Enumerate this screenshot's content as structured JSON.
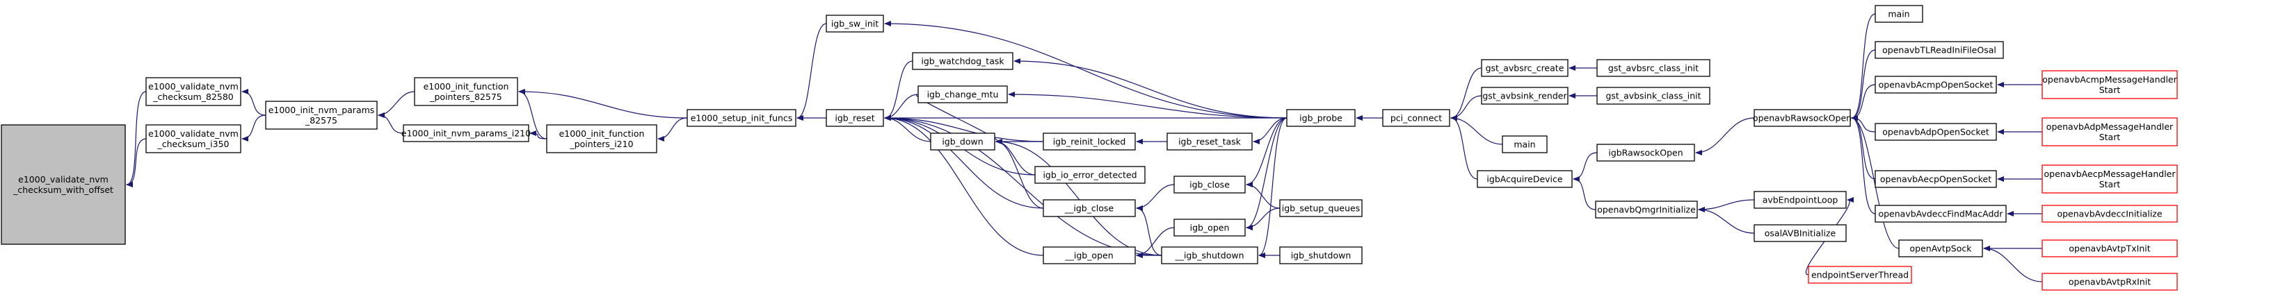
{
  "nodes": [
    {
      "id": "root",
      "lines": [
        "e1000_validate_nvm",
        "_checksum_with_offset"
      ],
      "root": true
    },
    {
      "id": "n82580",
      "lines": [
        "e1000_validate_nvm",
        "_checksum_82580"
      ]
    },
    {
      "id": "ni350",
      "lines": [
        "e1000_validate_nvm",
        "_checksum_i350"
      ]
    },
    {
      "id": "np82575",
      "lines": [
        "e1000_init_nvm_params",
        "_82575"
      ]
    },
    {
      "id": "nfp82575",
      "lines": [
        "e1000_init_function",
        "_pointers_82575"
      ]
    },
    {
      "id": "npi210",
      "lines": [
        "e1000_init_nvm_params_i210"
      ]
    },
    {
      "id": "nfpi210",
      "lines": [
        "e1000_init_function",
        "_pointers_i210"
      ]
    },
    {
      "id": "nsetup",
      "lines": [
        "e1000_setup_init_funcs"
      ]
    },
    {
      "id": "swinit",
      "lines": [
        "igb_sw_init"
      ]
    },
    {
      "id": "reset",
      "lines": [
        "igb_reset"
      ]
    },
    {
      "id": "watchdog",
      "lines": [
        "igb_watchdog_task"
      ]
    },
    {
      "id": "mtu",
      "lines": [
        "igb_change_mtu"
      ]
    },
    {
      "id": "down",
      "lines": [
        "igb_down"
      ]
    },
    {
      "id": "reinit",
      "lines": [
        "igb_reinit_locked"
      ]
    },
    {
      "id": "ioerr",
      "lines": [
        "igb_io_error_detected"
      ]
    },
    {
      "id": "uclose",
      "lines": [
        "__igb_close"
      ]
    },
    {
      "id": "uopen",
      "lines": [
        "__igb_open"
      ]
    },
    {
      "id": "resettask",
      "lines": [
        "igb_reset_task"
      ]
    },
    {
      "id": "close",
      "lines": [
        "igb_close"
      ]
    },
    {
      "id": "open",
      "lines": [
        "igb_open"
      ]
    },
    {
      "id": "ushutdown",
      "lines": [
        "__igb_shutdown"
      ]
    },
    {
      "id": "probe",
      "lines": [
        "igb_probe"
      ]
    },
    {
      "id": "setupq",
      "lines": [
        "igb_setup_queues"
      ]
    },
    {
      "id": "shutdown",
      "lines": [
        "igb_shutdown"
      ]
    },
    {
      "id": "pci",
      "lines": [
        "pci_connect"
      ]
    },
    {
      "id": "srccreate",
      "lines": [
        "gst_avbsrc_create"
      ]
    },
    {
      "id": "sinkrender",
      "lines": [
        "gst_avbsink_render"
      ]
    },
    {
      "id": "main1",
      "lines": [
        "main"
      ]
    },
    {
      "id": "acquire",
      "lines": [
        "igbAcquireDevice"
      ]
    },
    {
      "id": "srcclass",
      "lines": [
        "gst_avbsrc_class_init"
      ]
    },
    {
      "id": "sinkclass",
      "lines": [
        "gst_avbsink_class_init"
      ]
    },
    {
      "id": "rawsock",
      "lines": [
        "igbRawsockOpen"
      ]
    },
    {
      "id": "qmgr",
      "lines": [
        "openavbQmgrInitialize"
      ]
    },
    {
      "id": "openraw",
      "lines": [
        "openavbRawsockOpen"
      ]
    },
    {
      "id": "epl",
      "lines": [
        "avbEndpointLoop"
      ]
    },
    {
      "id": "osal",
      "lines": [
        "osalAVBInitialize"
      ]
    },
    {
      "id": "main2",
      "lines": [
        "main"
      ]
    },
    {
      "id": "tlread",
      "lines": [
        "openavbTLReadIniFileOsal"
      ]
    },
    {
      "id": "acmp",
      "lines": [
        "openavbAcmpOpenSocket"
      ]
    },
    {
      "id": "adp",
      "lines": [
        "openavbAdpOpenSocket"
      ]
    },
    {
      "id": "aecp",
      "lines": [
        "openavbAecpOpenSocket"
      ]
    },
    {
      "id": "findmac",
      "lines": [
        "openavbAvdeccFindMacAddr"
      ]
    },
    {
      "id": "avtpsock",
      "lines": [
        "openAvtpSock"
      ]
    },
    {
      "id": "est",
      "lines": [
        "endpointServerThread"
      ],
      "red": true
    },
    {
      "id": "acmpstart",
      "lines": [
        "openavbAcmpMessageHandler",
        "Start"
      ],
      "red": true
    },
    {
      "id": "adpstart",
      "lines": [
        "openavbAdpMessageHandler",
        "Start"
      ],
      "red": true
    },
    {
      "id": "aecpstart",
      "lines": [
        "openavbAecpMessageHandler",
        "Start"
      ],
      "red": true
    },
    {
      "id": "avdeccinit",
      "lines": [
        "openavbAvdeccInitialize"
      ],
      "red": true
    },
    {
      "id": "txinit",
      "lines": [
        "openavbAvtpTxInit"
      ],
      "red": true
    },
    {
      "id": "rxinit",
      "lines": [
        "openavbAvtpRxInit"
      ],
      "red": true
    }
  ],
  "edges": [
    [
      "n82580",
      "root"
    ],
    [
      "ni350",
      "root"
    ],
    [
      "np82575",
      "n82580"
    ],
    [
      "np82575",
      "ni350"
    ],
    [
      "nfp82575",
      "np82575"
    ],
    [
      "npi210",
      "np82575"
    ],
    [
      "nsetup",
      "nfp82575"
    ],
    [
      "nfpi210",
      "nfp82575"
    ],
    [
      "nfpi210",
      "npi210"
    ],
    [
      "nsetup",
      "nfpi210"
    ],
    [
      "swinit",
      "nsetup"
    ],
    [
      "reset",
      "nsetup"
    ],
    [
      "probe",
      "swinit"
    ],
    [
      "watchdog",
      "reset"
    ],
    [
      "mtu",
      "reset"
    ],
    [
      "down",
      "reset"
    ],
    [
      "reinit",
      "reset"
    ],
    [
      "ioerr",
      "reset"
    ],
    [
      "uclose",
      "reset"
    ],
    [
      "uopen",
      "reset"
    ],
    [
      "ushutdown",
      "reset"
    ],
    [
      "probe",
      "reset"
    ],
    [
      "probe",
      "watchdog"
    ],
    [
      "probe",
      "mtu"
    ],
    [
      "mtu",
      "down"
    ],
    [
      "reinit",
      "down"
    ],
    [
      "ioerr",
      "down"
    ],
    [
      "uclose",
      "down"
    ],
    [
      "ushutdown",
      "down"
    ],
    [
      "resettask",
      "reinit"
    ],
    [
      "probe",
      "resettask"
    ],
    [
      "close",
      "uclose"
    ],
    [
      "ushutdown",
      "uclose"
    ],
    [
      "open",
      "uopen"
    ],
    [
      "ushutdown",
      "uopen"
    ],
    [
      "probe",
      "close"
    ],
    [
      "setupq",
      "close"
    ],
    [
      "probe",
      "open"
    ],
    [
      "setupq",
      "open"
    ],
    [
      "shutdown",
      "ushutdown"
    ],
    [
      "probe",
      "ushutdown"
    ],
    [
      "pci",
      "probe"
    ],
    [
      "srccreate",
      "pci"
    ],
    [
      "sinkrender",
      "pci"
    ],
    [
      "main1",
      "pci"
    ],
    [
      "acquire",
      "pci"
    ],
    [
      "srcclass",
      "srccreate"
    ],
    [
      "sinkclass",
      "sinkrender"
    ],
    [
      "rawsock",
      "acquire"
    ],
    [
      "qmgr",
      "acquire"
    ],
    [
      "openraw",
      "rawsock"
    ],
    [
      "epl",
      "qmgr"
    ],
    [
      "osal",
      "qmgr"
    ],
    [
      "est",
      "epl"
    ],
    [
      "main2",
      "openraw"
    ],
    [
      "tlread",
      "openraw"
    ],
    [
      "acmp",
      "openraw"
    ],
    [
      "adp",
      "openraw"
    ],
    [
      "aecp",
      "openraw"
    ],
    [
      "findmac",
      "openraw"
    ],
    [
      "avtpsock",
      "openraw"
    ],
    [
      "acmpstart",
      "acmp"
    ],
    [
      "adpstart",
      "adp"
    ],
    [
      "aecpstart",
      "aecp"
    ],
    [
      "avdeccinit",
      "findmac"
    ],
    [
      "txinit",
      "avtpsock"
    ],
    [
      "rxinit",
      "avtpsock"
    ]
  ],
  "colors": {
    "edge": "#191970",
    "node_border": "#000000",
    "node_border_unresolved": "#ff0000",
    "root_fill": "#bfbfbf",
    "background": "#ffffff"
  }
}
